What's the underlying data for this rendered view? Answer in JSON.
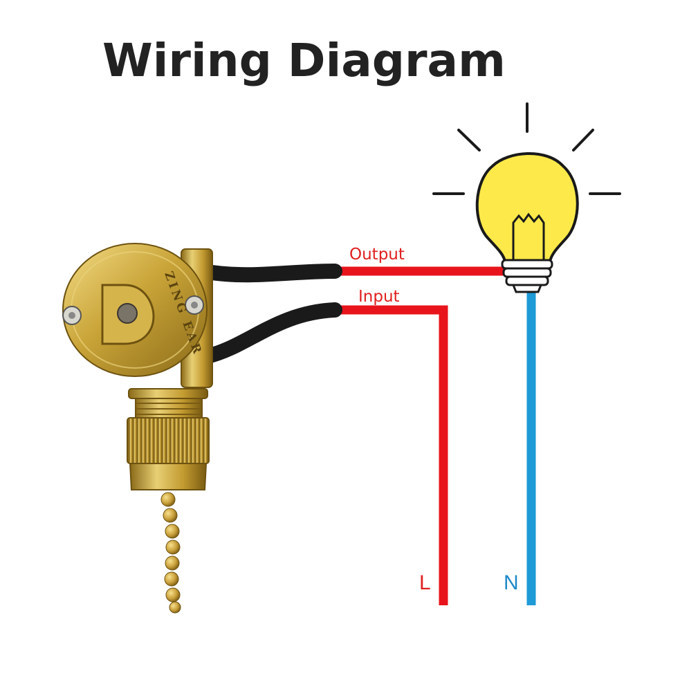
{
  "title": "Wiring Diagram",
  "labels": {
    "output": "Output",
    "input": "Input",
    "live": "L",
    "neutral": "N",
    "switch_brand": "ZING EAR"
  },
  "colors": {
    "title": "#222222",
    "live_wire": "#e8141c",
    "neutral_wire": "#1e9ad6",
    "black_wire": "#1a1a1a",
    "bulb": "#fde94a",
    "brass": "#c9a438",
    "label_red": "#e02020",
    "label_blue": "#1e88c8"
  },
  "icons": [
    "pull-chain-switch-icon",
    "light-bulb-icon"
  ]
}
